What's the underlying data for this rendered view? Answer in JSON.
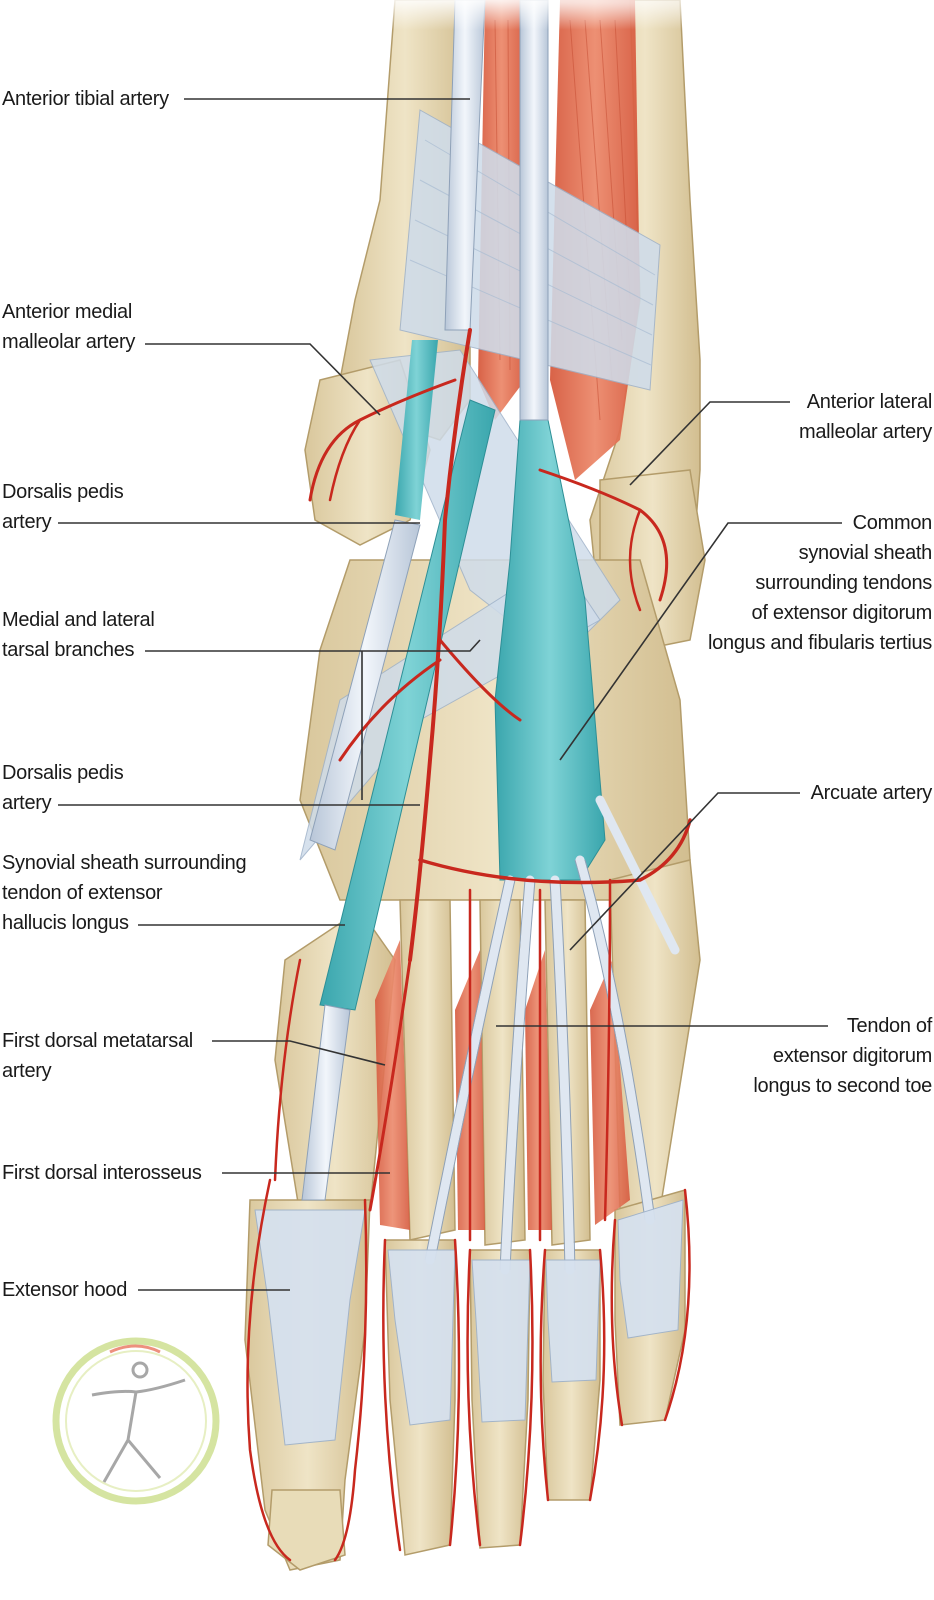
{
  "figure": {
    "labels_left": [
      {
        "key": "anterior_tibial_artery",
        "lines": [
          "Anterior tibial artery"
        ]
      },
      {
        "key": "anterior_medial_malleolar_artery",
        "lines": [
          "Anterior medial",
          "malleolar artery"
        ]
      },
      {
        "key": "dorsalis_pedis_artery_1",
        "lines": [
          "Dorsalis pedis",
          "artery"
        ]
      },
      {
        "key": "medial_lateral_tarsal_branches",
        "lines": [
          "Medial and lateral",
          "tarsal branches"
        ]
      },
      {
        "key": "dorsalis_pedis_artery_2",
        "lines": [
          "Dorsalis pedis",
          "artery"
        ]
      },
      {
        "key": "synovial_sheath_ehl",
        "lines": [
          "Synovial sheath surrounding",
          "tendon of extensor",
          "hallucis longus"
        ]
      },
      {
        "key": "first_dorsal_metatarsal_artery",
        "lines": [
          "First dorsal metatarsal",
          "artery"
        ]
      },
      {
        "key": "first_dorsal_interosseus",
        "lines": [
          "First dorsal interosseus"
        ]
      },
      {
        "key": "extensor_hood",
        "lines": [
          "Extensor hood"
        ]
      }
    ],
    "labels_right": [
      {
        "key": "anterior_lateral_malleolar_artery",
        "lines": [
          "Anterior lateral",
          "malleolar artery"
        ]
      },
      {
        "key": "common_synovial_sheath",
        "lines": [
          "Common",
          "synovial sheath",
          "surrounding tendons",
          "of extensor digitorum",
          "longus and fibularis tertius"
        ]
      },
      {
        "key": "arcuate_artery",
        "lines": [
          "Arcuate artery"
        ]
      },
      {
        "key": "tendon_edl_second_toe",
        "lines": [
          "Tendon of",
          "extensor digitorum",
          "longus to second toe"
        ]
      }
    ]
  },
  "colors": {
    "bone": "#e9dcb8",
    "bone_shadow": "#c9b486",
    "muscle": "#e06a4c",
    "artery": "#c8281e",
    "sheath": "#4fb8bf",
    "tendon": "#dfe6ef",
    "retinaculum": "#c9d6e6"
  }
}
